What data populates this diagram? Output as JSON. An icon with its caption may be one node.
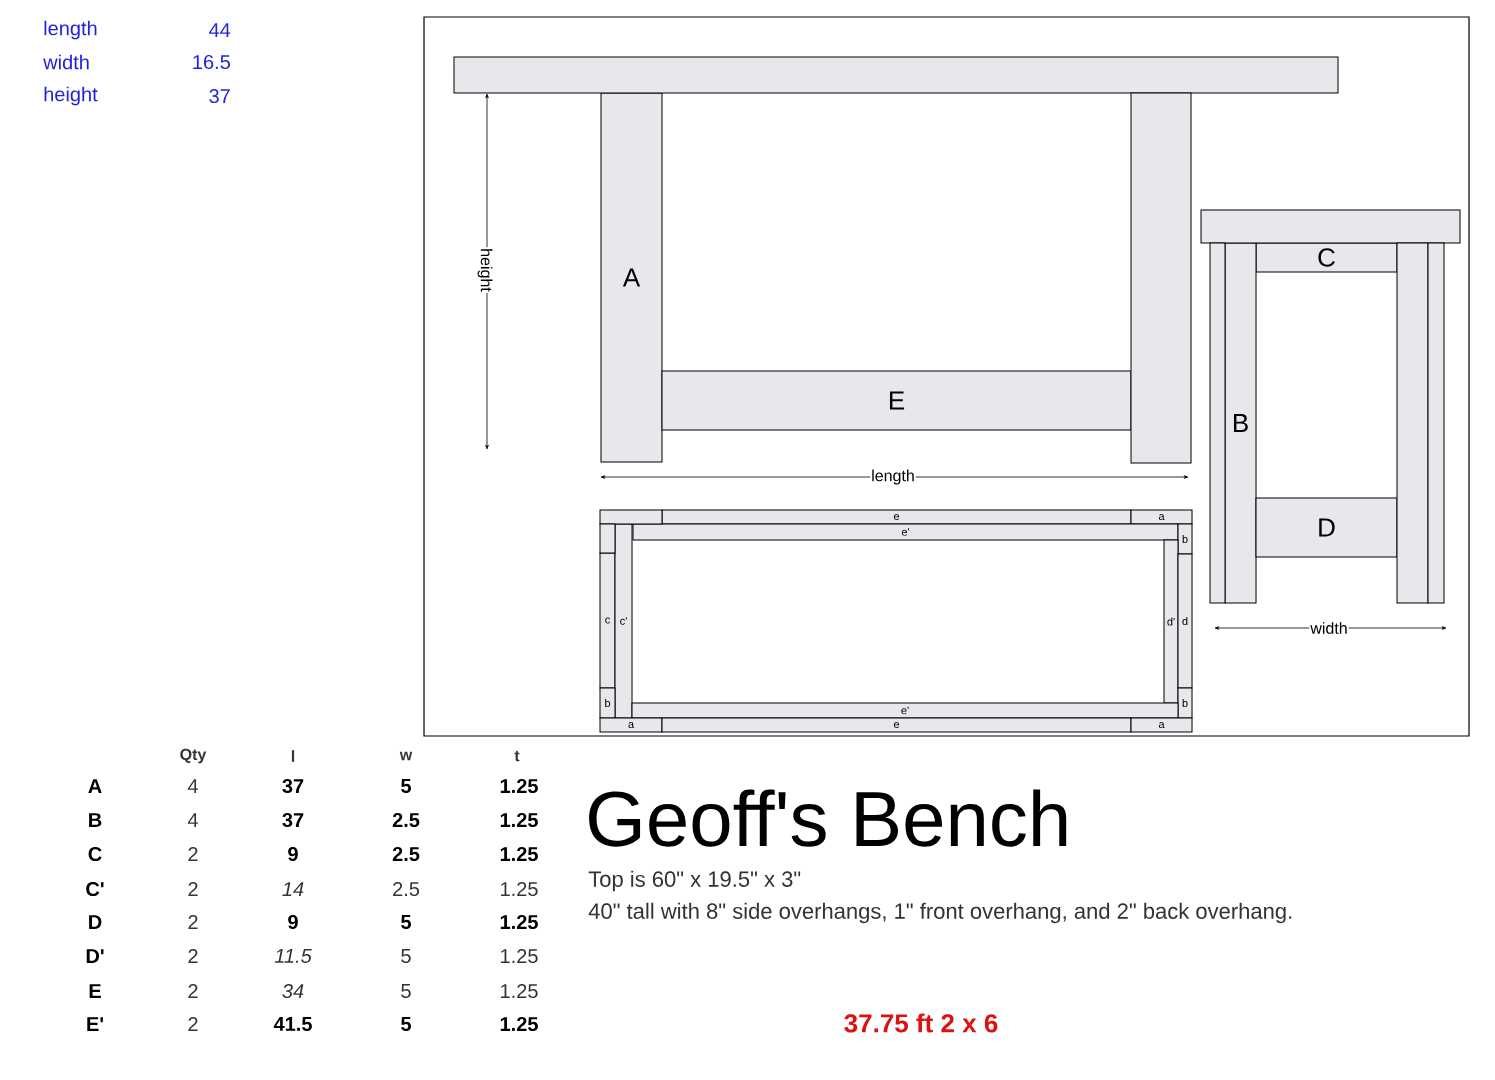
{
  "diagram": {
    "title": "Geoff's Bench",
    "nodes": [
      {
        "text": [
          "A"
        ]
      },
      {
        "text": [
          "E"
        ]
      },
      {
        "text": [
          "C"
        ]
      },
      {
        "text": [
          "B"
        ]
      },
      {
        "text": [
          "D"
        ]
      },
      {
        "text": [
          "e"
        ]
      },
      {
        "text": [
          "a"
        ]
      },
      {
        "text": [
          "e'"
        ]
      },
      {
        "text": [
          "b"
        ]
      },
      {
        "text": [
          "c"
        ]
      },
      {
        "text": [
          "c'"
        ]
      },
      {
        "text": [
          "d'"
        ]
      },
      {
        "text": [
          "d"
        ]
      },
      {
        "text": [
          "b"
        ]
      },
      {
        "text": [
          "b"
        ]
      },
      {
        "text": [
          "e'"
        ]
      },
      {
        "text": [
          "a"
        ]
      },
      {
        "text": [
          "e"
        ]
      },
      {
        "text": [
          "a"
        ]
      },
      {
        "text": [],
        "shape": "box"
      },
      {
        "text": [],
        "shape": "box"
      },
      {
        "text": [],
        "shape": "box"
      },
      {
        "text": [],
        "shape": "box"
      },
      {
        "text": [],
        "shape": "box"
      },
      {
        "text": [],
        "shape": "box"
      },
      {
        "text": [],
        "shape": "box"
      },
      {
        "text": [],
        "shape": "box"
      }
    ],
    "edges": [],
    "labels": [
      "length",
      "44",
      "width",
      "16.5",
      "height",
      "37",
      "height",
      "length",
      "width",
      "Qty",
      "l",
      "w",
      "t",
      "A",
      "4",
      "37",
      "5",
      "1.25",
      "B",
      "4",
      "37",
      "2.5",
      "1.25",
      "C",
      "2",
      "9",
      "2.5",
      "1.25",
      "C'",
      "2",
      "14",
      "2.5",
      "1.25",
      "D",
      "2",
      "9",
      "5",
      "1.25",
      "D'",
      "2",
      "11.5",
      "5",
      "1.25",
      "E",
      "2",
      "34",
      "5",
      "1.25",
      "E'",
      "2",
      "41.5",
      "5",
      "1.25",
      "Top is 60\" x 19.5\" x 3\"",
      "40\" tall with  8\" side overhangs, 1\" front overhang, and 2\" back overhang.",
      "37.75 ft 2 x 6"
    ]
  }
}
